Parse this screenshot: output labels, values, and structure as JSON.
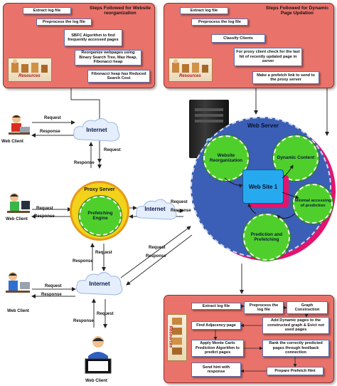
{
  "top_left_panel": {
    "title": "Steps Followed for Website reorganization",
    "steps": [
      "Extract log file",
      "Preprocess the log file",
      "SBFC Algorithm to find frequently accessed pages",
      "Reorganize webpages using Binary Search Tree, Max Heap, Fibonacci heap",
      "Fibonacci heap has Reduced Search Cost"
    ],
    "resource_label": "Resources"
  },
  "top_right_panel": {
    "title": "Steps Followed for Dynamic Page Updation",
    "steps": [
      "Extract log file",
      "Preprocess the log file",
      "Classify Clients",
      "For proxy client check for the last hit of recently updated page in server",
      "Make a prefetch link to send to the proxy server"
    ],
    "resource_label": "Resources"
  },
  "bottom_panel": {
    "steps": {
      "extract": "Extract log file",
      "preprocess": "Preprocess the log file",
      "graph": "Graph Construction",
      "adjacency": "Find Adjacency page",
      "add_dynamic": "Add Dynamic pages to the constructed graph & Evict not used pages",
      "monte_carlo": "Apply Monte Carlo Prediction Algorithm to predict pages",
      "rank": "Rank the correctly predicted pages through feedback connection",
      "prepare": "Prepare Prefetch Hint",
      "send": "Send hint with response"
    },
    "resource_label": "Resources"
  },
  "web_server": {
    "title": "Web Server",
    "reorg": "Website Reorganization",
    "dynamic": "Dynamic Content",
    "site": "Web Site 1",
    "minimal": "Minimal accessing of prediction",
    "prediction": "Prediction and Prefetching"
  },
  "proxy": {
    "title": "Proxy Server",
    "engine": "Prefetching Engine"
  },
  "clouds": {
    "top": "Internet",
    "mid": "Internet",
    "bottom": "Internet"
  },
  "clients": {
    "c1": "Web Client",
    "c2": "Web Client",
    "c3": "Web Client",
    "c4": "Web Client"
  },
  "labels": {
    "request": "Request",
    "response": "Response"
  },
  "colors": {
    "panel": "#e9736b",
    "server": "#3b5fb6",
    "node": "#4fcf2b",
    "site": "#27a9f0",
    "accent": "#e1156d"
  }
}
